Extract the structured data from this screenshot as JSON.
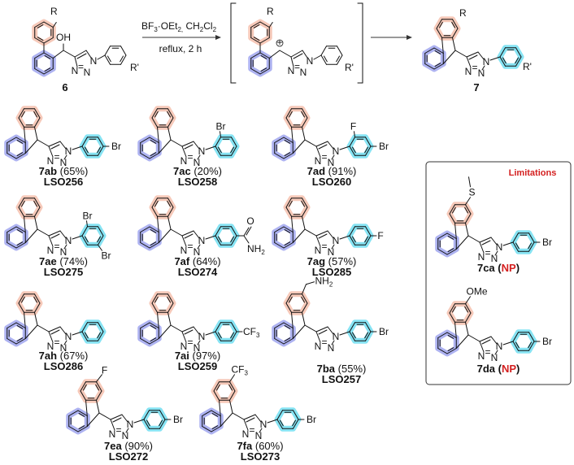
{
  "colors": {
    "ring_top_highlight": "#f6c9b9",
    "ring_bottom_highlight": "#aeb3f1",
    "aryl_highlight": "#86e3f3",
    "limitation_red": "#d42020",
    "bond": "#111111"
  },
  "reaction": {
    "reagents": "BF3·OEt2, CH2Cl2",
    "conditions": "reflux, 2 h",
    "starting_material_label": "6",
    "product_label": "7",
    "substituent_R": "R",
    "substituent_R_prime": "R'",
    "hydroxyl": "OH",
    "cation_symbol": "+"
  },
  "products": [
    {
      "id": "7ab",
      "yield": "(65%)",
      "code": "LSO256",
      "aryl": "4-Br-phenyl",
      "fluorene_sub": null
    },
    {
      "id": "7ac",
      "yield": "(20%)",
      "code": "LSO258",
      "aryl": "2-Br-phenyl",
      "fluorene_sub": null
    },
    {
      "id": "7ad",
      "yield": "(91%)",
      "code": "LSO260",
      "aryl": "2-F-4-Br-phenyl",
      "fluorene_sub": null
    },
    {
      "id": "7ae",
      "yield": "(74%)",
      "code": "LSO275",
      "aryl": "2,5-diBr-phenyl",
      "fluorene_sub": null
    },
    {
      "id": "7af",
      "yield": "(64%)",
      "code": "LSO274",
      "aryl": "4-CONH2-phenyl",
      "fluorene_sub": null
    },
    {
      "id": "7ag",
      "yield": "(57%)",
      "code": "LSO285",
      "aryl": "4-F-phenyl",
      "fluorene_sub": null
    },
    {
      "id": "7ah",
      "yield": "(67%)",
      "code": "LSO286",
      "aryl": "phenyl",
      "fluorene_sub": null
    },
    {
      "id": "7ai",
      "yield": "(97%)",
      "code": "LSO259",
      "aryl": "4-CF3-phenyl",
      "fluorene_sub": null
    },
    {
      "id": "7ba",
      "yield": "(55%)",
      "code": "LSO257",
      "aryl": "4-Br-phenyl",
      "fluorene_sub": "CH2NH2"
    },
    {
      "id": "7ea",
      "yield": "(90%)",
      "code": "LSO272",
      "aryl": "4-Br-phenyl",
      "fluorene_sub": "F"
    },
    {
      "id": "7fa",
      "yield": "(60%)",
      "code": "LSO273",
      "aryl": "4-Br-phenyl",
      "fluorene_sub": "CF3"
    }
  ],
  "limitations": {
    "title": "Limitations",
    "items": [
      {
        "id": "7ca",
        "result": "NP",
        "aryl": "4-Br-phenyl",
        "fluorene_sub": "SMe",
        "sub_label": "S"
      },
      {
        "id": "7da",
        "result": "NP",
        "aryl": "4-Br-phenyl",
        "fluorene_sub": "OMe",
        "sub_label": "OMe"
      }
    ]
  },
  "atoms": {
    "Br": "Br",
    "F": "F",
    "N": "N",
    "O": "O",
    "NH2": "NH2",
    "CF3": "CF3",
    "S": "S",
    "OMe": "OMe"
  }
}
